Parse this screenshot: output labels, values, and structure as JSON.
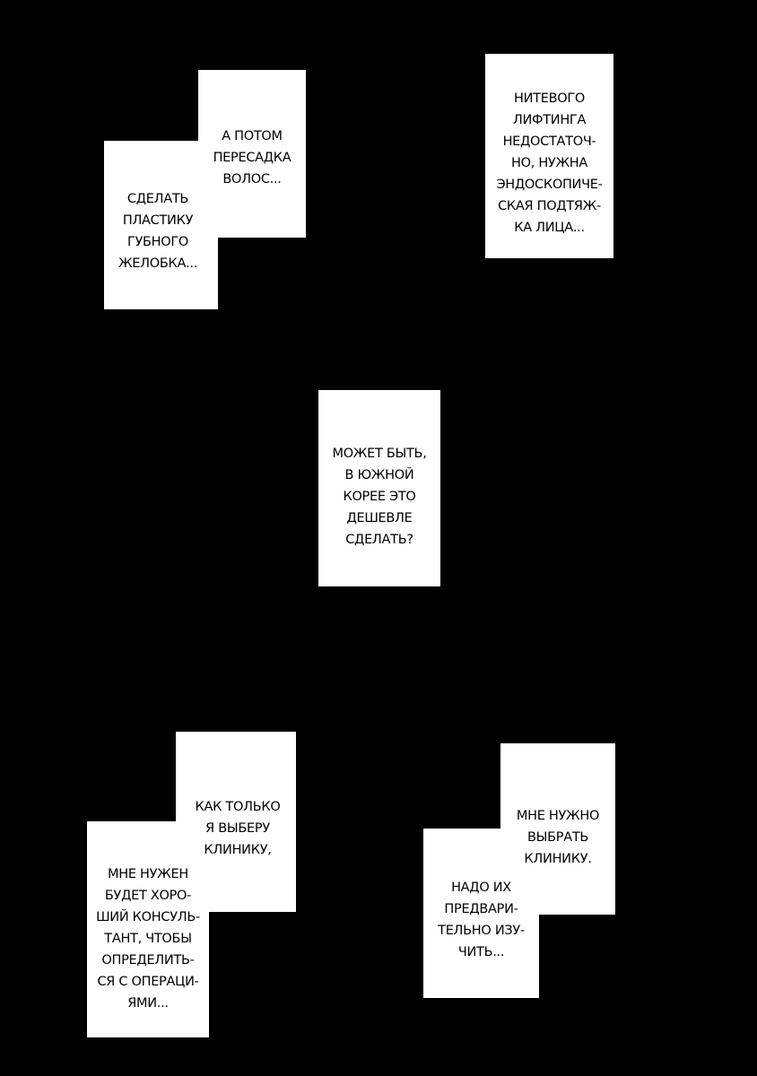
{
  "colors": {
    "background": "#000000",
    "box": "#ffffff",
    "text": "#000000"
  },
  "captions": [
    {
      "id": "a",
      "text": "А ПОТОМ\nПЕРЕСАДКА\nВОЛОС..."
    },
    {
      "id": "b",
      "text": "СДЕЛАТЬ\nПЛАСТИКУ\nГУБНОГО\nЖЕЛОБКА..."
    },
    {
      "id": "c",
      "text": "НИТЕВОГО\nЛИФТИНГА\nНЕДОСТАТОЧ-\nНО, НУЖНА\nЭНДОСКОПИЧЕ-\nСКАЯ ПОДТЯЖ-\nКА ЛИЦА..."
    },
    {
      "id": "d",
      "text": "МОЖЕТ БЫТЬ,\nВ ЮЖНОЙ\nКОРЕЕ ЭТО\nДЕШЕВЛЕ\nСДЕЛАТЬ?"
    },
    {
      "id": "e",
      "text": "КАК ТОЛЬКО\nЯ ВЫБЕРУ\nКЛИНИКУ,"
    },
    {
      "id": "f",
      "text": "МНЕ НУЖЕН\nБУДЕТ ХОРО-\nШИЙ КОНСУЛЬ-\nТАНТ, ЧТОБЫ\nОПРЕДЕЛИТЬ-\nСЯ С ОПЕРАЦИ-\nЯМИ..."
    },
    {
      "id": "g",
      "text": "МНЕ НУЖНО\nВЫБРАТЬ\nКЛИНИКУ."
    },
    {
      "id": "h",
      "text": "НАДО ИХ\nПРЕДВАРИ-\nТЕЛЬНО ИЗУ-\nЧИТЬ..."
    }
  ]
}
